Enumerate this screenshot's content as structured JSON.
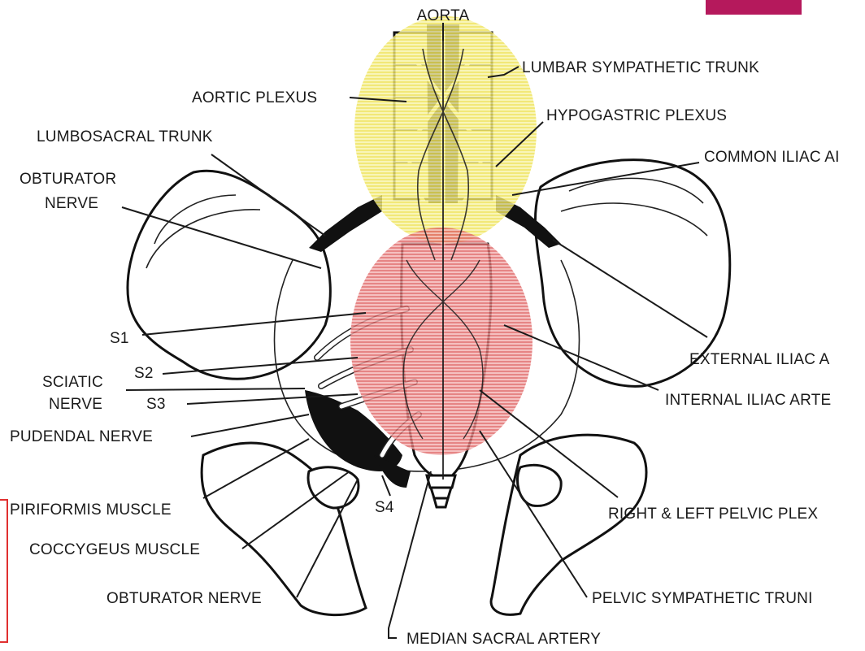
{
  "labels": {
    "aorta": "AORTA",
    "lumbar_sympathetic_trunk": "LUMBAR SYMPATHETIC TRUNK",
    "aortic_plexus": "AORTIC PLEXUS",
    "hypogastric_plexus": "HYPOGASTRIC PLEXUS",
    "lumbosacral_trunk": "LUMBOSACRAL TRUNK",
    "common_iliac_artery": "COMMON ILIAC AI",
    "obturator_nerve_top_1": "OBTURATOR",
    "obturator_nerve_top_2": "NERVE",
    "s1": "S1",
    "s2": "S2",
    "s3": "S3",
    "s4": "S4",
    "sciatic_nerve_1": "SCIATIC",
    "sciatic_nerve_2": "NERVE",
    "external_iliac_artery": "EXTERNAL ILIAC A",
    "internal_iliac_artery": "INTERNAL ILIAC ARTE",
    "pudendal_nerve": "PUDENDAL NERVE",
    "piriformis_muscle": "PIRIFORMIS MUSCLE",
    "right_left_pelvic_plexus": "RIGHT & LEFT PELVIC PLEX",
    "coccygeus_muscle": "COCCYGEUS MUSCLE",
    "obturator_nerve_bottom": "OBTURATOR NERVE",
    "pelvic_sympathetic_trunk": "PELVIC SYMPATHETIC TRUNI",
    "median_sacral_artery": "MEDIAN SACRAL ARTERY"
  },
  "colors": {
    "upper_highlight": "#f3ec7a",
    "lower_highlight": "#e67a7a",
    "corner_tab": "#b5195c",
    "left_edge_marker": "#e03030"
  }
}
